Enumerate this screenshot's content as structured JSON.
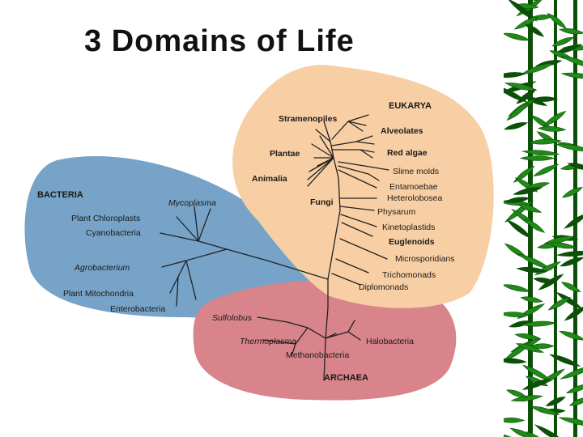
{
  "slide": {
    "title": "3 Domains of Life"
  },
  "colors": {
    "eukarya_region": "#f8cfa4",
    "bacteria_region": "#6f9ec4",
    "archaea_region": "#d8848a",
    "bamboo_leaf": "#1f8a16",
    "bamboo_leaf_dark": "#0c4f08"
  },
  "diagram": {
    "domains": {
      "eukarya": "EUKARYA",
      "bacteria": "BACTERIA",
      "archaea": "ARCHAEA"
    },
    "eukarya": {
      "stramenopiles": "Stramenopiles",
      "alveolates": "Alveolates",
      "plantae": "Plantae",
      "red_algae": "Red algae",
      "slime_molds": "Slime molds",
      "animalia": "Animalia",
      "entamoebae": "Entamoebae",
      "fungi": "Fungi",
      "heterolobosea": "Heterolobosea",
      "physarum": "Physarum",
      "kinetoplastids": "Kinetoplastids",
      "euglenoids": "Euglenoids",
      "microsporidians": "Microsporidians",
      "trichomonads": "Trichomonads",
      "diplomonads": "Diplomonads"
    },
    "bacteria": {
      "mycoplasma": "Mycoplasma",
      "plant_chloroplasts": "Plant Chloroplasts",
      "cyanobacteria": "Cyanobacteria",
      "agrobacterium": "Agrobacterium",
      "plant_mitochondria": "Plant Mitochondria",
      "enterobacteria": "Enterobacteria"
    },
    "archaea": {
      "sulfolobus": "Sulfolobus",
      "thermoplasma": "Thermoplasma",
      "halobacteria": "Halobacteria",
      "methanobacteria": "Methanobacteria"
    }
  }
}
